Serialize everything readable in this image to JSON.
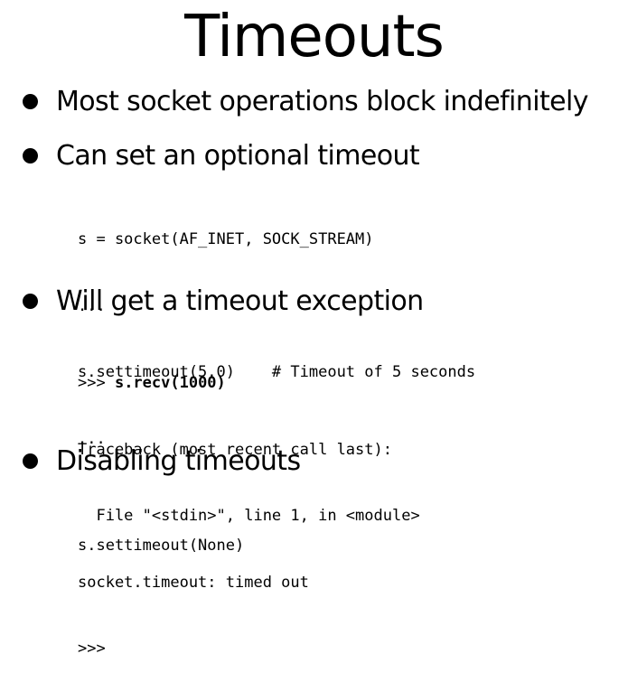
{
  "slide": {
    "title": "Timeouts"
  },
  "bullets": [
    {
      "text": "Most socket operations block indefinitely",
      "code": []
    },
    {
      "text": "Can set an optional timeout",
      "code": [
        "s = socket(AF_INET, SOCK_STREAM)",
        "...",
        "s.settimeout(5.0)    # Timeout of 5 seconds",
        "..."
      ]
    },
    {
      "text": "Will get a timeout exception",
      "code_prompt": ">>> ",
      "code_command": "s.recv(1000)",
      "code": [
        "Traceback (most recent call last):",
        "  File \"<stdin>\", line 1, in <module>",
        "socket.timeout: timed out",
        ">>>"
      ]
    },
    {
      "text": "Disabling timeouts",
      "code": [
        "s.settimeout(None)"
      ]
    }
  ]
}
